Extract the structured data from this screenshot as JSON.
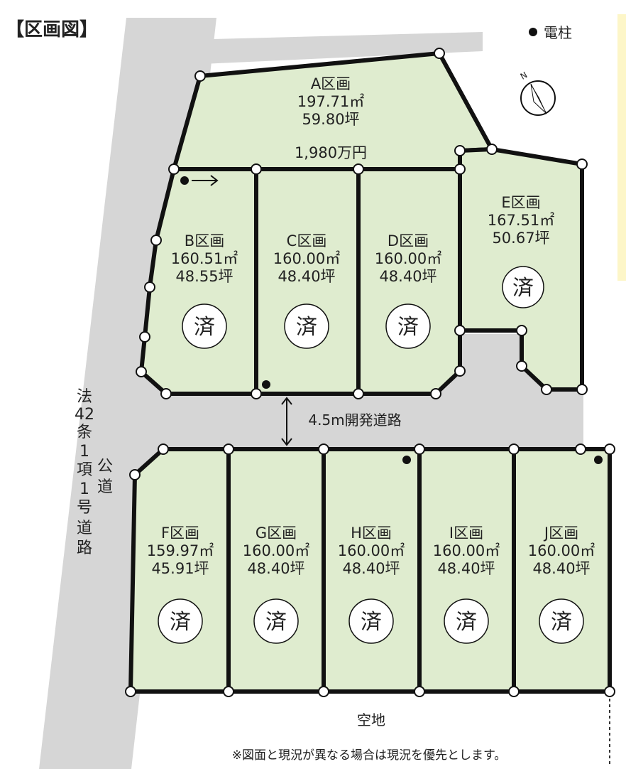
{
  "title": "【区画図】",
  "legend": {
    "symbol": "●",
    "label": "電柱"
  },
  "compass": {
    "north_label": "N"
  },
  "price_text": "1,980万円",
  "sold_mark": "済",
  "lots": [
    {
      "id": "A",
      "name": "A区画",
      "area": "197.71㎡",
      "tsubo": "59.80坪",
      "sold": false
    },
    {
      "id": "B",
      "name": "B区画",
      "area": "160.51㎡",
      "tsubo": "48.55坪",
      "sold": true
    },
    {
      "id": "C",
      "name": "C区画",
      "area": "160.00㎡",
      "tsubo": "48.40坪",
      "sold": true
    },
    {
      "id": "D",
      "name": "D区画",
      "area": "160.00㎡",
      "tsubo": "48.40坪",
      "sold": true
    },
    {
      "id": "E",
      "name": "E区画",
      "area": "167.51㎡",
      "tsubo": "50.67坪",
      "sold": true
    },
    {
      "id": "F",
      "name": "F区画",
      "area": "159.97㎡",
      "tsubo": "45.91坪",
      "sold": true
    },
    {
      "id": "G",
      "name": "G区画",
      "area": "160.00㎡",
      "tsubo": "48.40坪",
      "sold": true
    },
    {
      "id": "H",
      "name": "H区画",
      "area": "160.00㎡",
      "tsubo": "48.40坪",
      "sold": true
    },
    {
      "id": "I",
      "name": "I区画",
      "area": "160.00㎡",
      "tsubo": "48.40坪",
      "sold": true
    },
    {
      "id": "J",
      "name": "J区画",
      "area": "160.00㎡",
      "tsubo": "48.40坪",
      "sold": true
    }
  ],
  "road_inner": "4.5m開発道路",
  "road_public": {
    "col1": [
      "法",
      "42",
      "条",
      "1",
      "項",
      "1",
      "号",
      "道",
      "路"
    ],
    "col2": [
      "公",
      "道"
    ]
  },
  "vacant_label": "空地",
  "footnote": "※図面と現況が異なる場合は現況を優先とします。",
  "colors": {
    "lot_fill": "#dfeccf",
    "road": "#d6d6d6",
    "boundary": "#111111",
    "accent_strip": "#fdf6c8"
  }
}
